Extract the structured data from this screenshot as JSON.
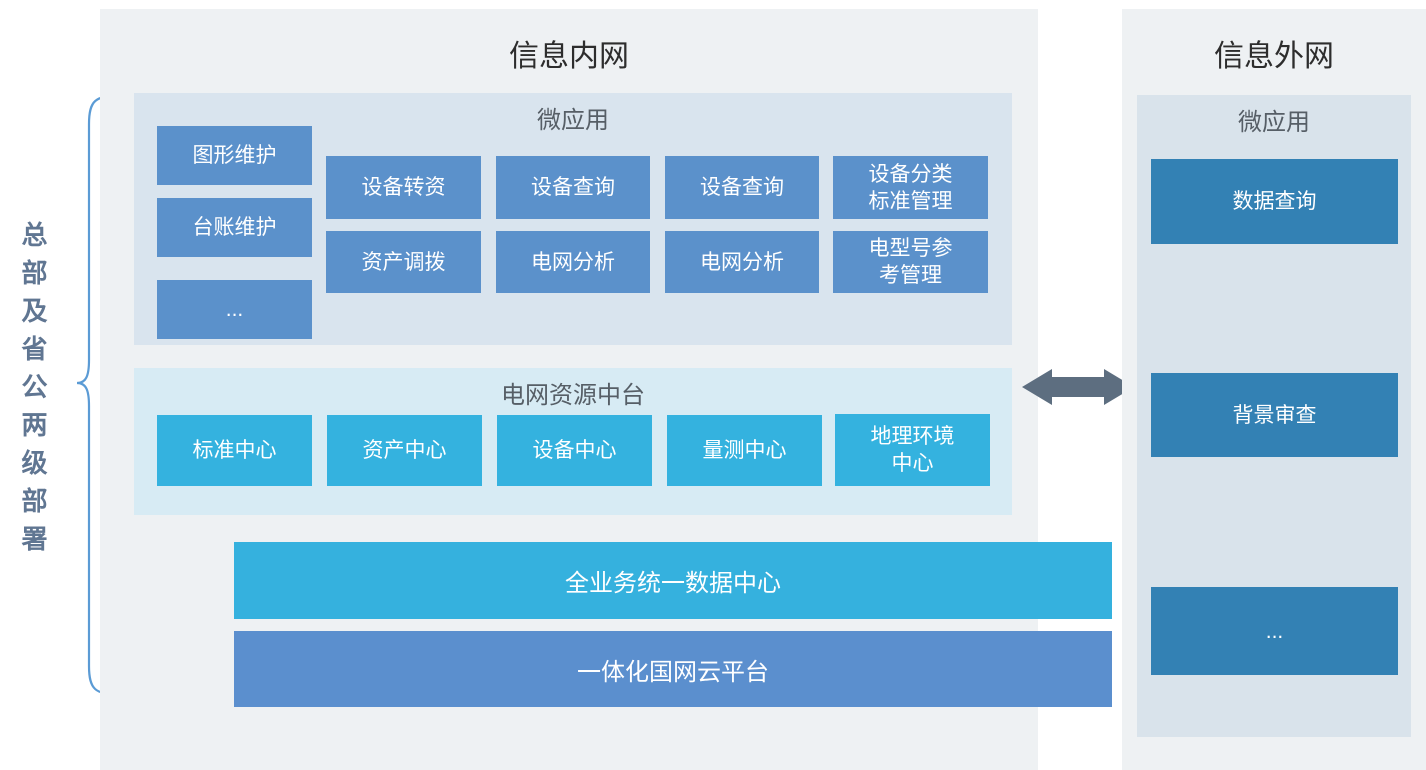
{
  "deployment_label": "总部及省公两级部署",
  "colors": {
    "panel_bg": "#eef1f3",
    "microapps_bg": "#d9e4ee",
    "platform_bg": "#d7ebf4",
    "box_blue": "#5b91cb",
    "box_cyan": "#34b2df",
    "box_steel": "#3381b4",
    "bar_data_center": "#35b1de",
    "bar_cloud": "#5b8fce",
    "arrow": "#5d6e80",
    "brace": "#5b9bd5",
    "vertical_label_text": "#607692"
  },
  "intranet": {
    "title": "信息内网",
    "micro_apps": {
      "heading": "微应用",
      "side_items": [
        "图形维护",
        "台账维护",
        "..."
      ],
      "grid_rows": [
        [
          "设备转资",
          "设备查询",
          "设备查询",
          "设备分类\n标准管理"
        ],
        [
          "资产调拨",
          "电网分析",
          "电网分析",
          "电型号参\n考管理"
        ]
      ]
    },
    "middle_platform": {
      "heading": "电网资源中台",
      "centers": [
        "标准中心",
        "资产中心",
        "设备中心",
        "量测中心",
        "地理环境\n中心"
      ]
    },
    "data_center_bar": "全业务统一数据中心",
    "cloud_bar": "一体化国网云平台"
  },
  "extranet": {
    "title": "信息外网",
    "micro_apps": {
      "heading": "微应用",
      "items": [
        "数据查询",
        "背景审查",
        "..."
      ]
    }
  }
}
